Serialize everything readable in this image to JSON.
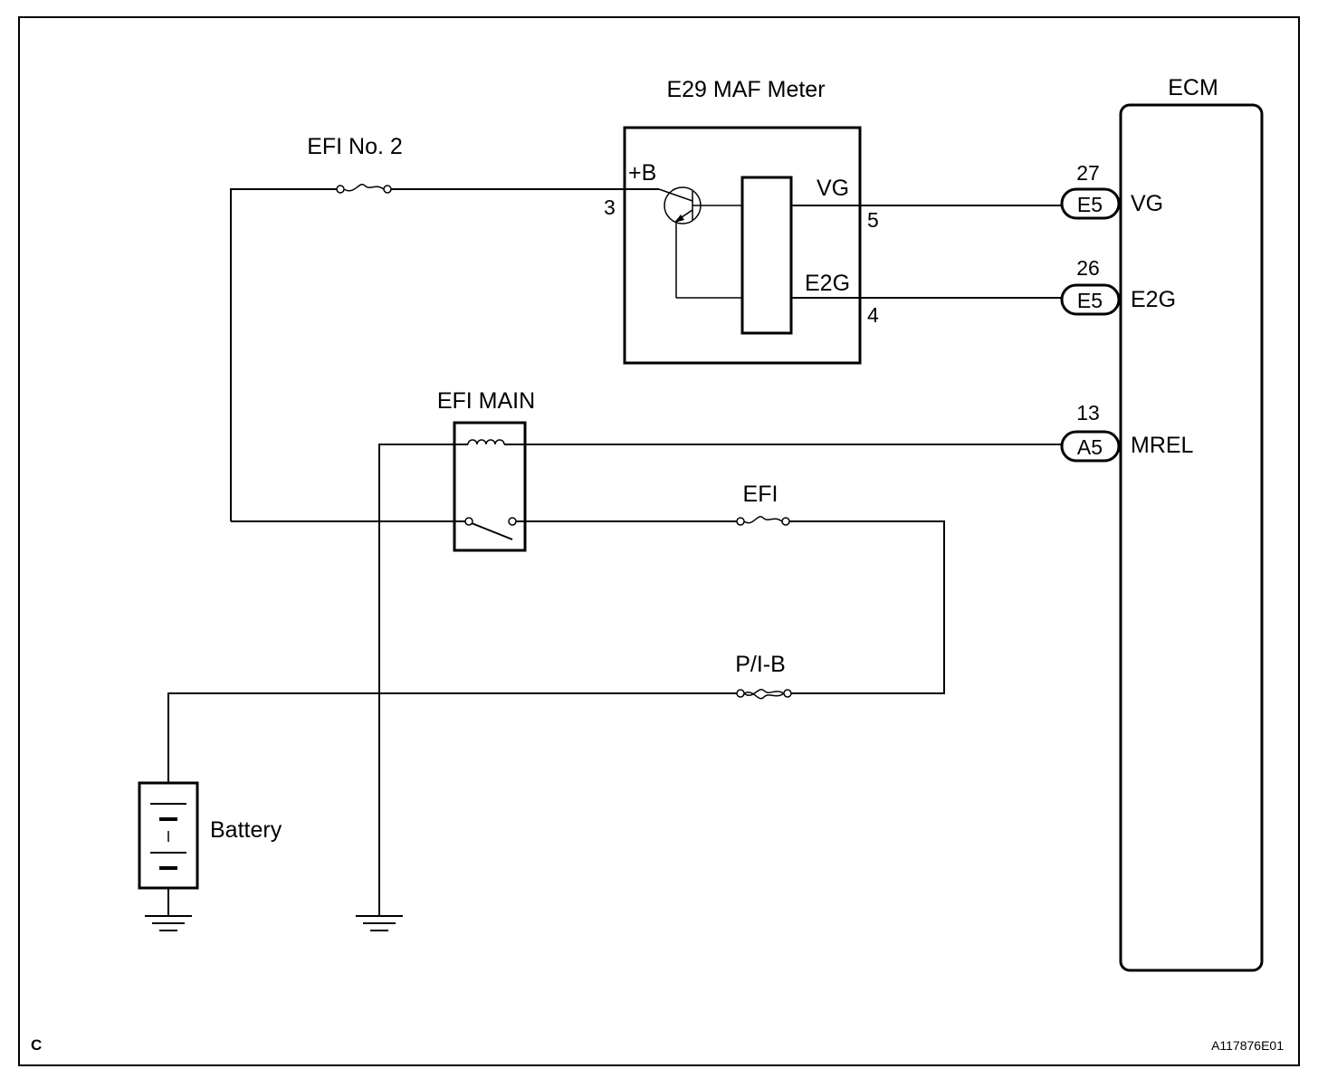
{
  "components": {
    "maf_meter_title": "E29 MAF Meter",
    "ecm_title": "ECM",
    "efi_no2_fuse": "EFI No. 2",
    "efi_main_relay": "EFI MAIN",
    "efi_fuse": "EFI",
    "pib_fuse": "P/I-B",
    "battery": "Battery"
  },
  "maf_pins": {
    "plus_b_label": "+B",
    "plus_b_pin": "3",
    "vg_label": "VG",
    "vg_pin": "5",
    "e2g_label": "E2G",
    "e2g_pin": "4"
  },
  "ecm_connectors": [
    {
      "pin": "27",
      "connector": "E5",
      "signal": "VG"
    },
    {
      "pin": "26",
      "connector": "E5",
      "signal": "E2G"
    },
    {
      "pin": "13",
      "connector": "A5",
      "signal": "MREL"
    }
  ],
  "footer": {
    "corner_code": "C",
    "figure_id": "A117876E01"
  }
}
